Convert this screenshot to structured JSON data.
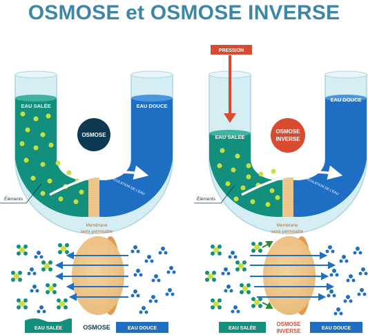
{
  "title": "OSMOSE et OSMOSE INVERSE",
  "colors": {
    "title": "#3d86a6",
    "salt_water": "#13907d",
    "fresh_water": "#1e6fc4",
    "tube": "#bfe6ef",
    "disc_osmose": "#0d3a52",
    "disc_inverse": "#d94b30",
    "pressure": "#d94b30",
    "membrane": "#f0c98e",
    "particle": "#c9e03a"
  },
  "left": {
    "salt_label": "EAU SALÉE",
    "fresh_label": "EAU DOUCE",
    "center_label": "OSMOSE",
    "flow_label": "CIRCULATION DE L'EAU",
    "elements_label": "Éléments"
  },
  "right": {
    "pressure_label": "PRESSION",
    "salt_label": "EAU SALÉE",
    "fresh_label": "EAU DOUCE",
    "center_line1": "OSMOSE",
    "center_line2": "INVERSE",
    "flow_label": "CIRCULATION DE L'EAU",
    "elements_label": "Éléments"
  },
  "bottom_left": {
    "membrane_line1": "Membrane",
    "membrane_line2": "semi-perméable",
    "salt_label": "EAU SALÉE",
    "center_label": "OSMOSE",
    "fresh_label": "EAU DOUCE"
  },
  "bottom_right": {
    "membrane_line1": "Membrane",
    "membrane_line2": "semi-perméable",
    "salt_label": "EAU SALÉE",
    "center_line1": "OSMOSE",
    "center_line2": "INVERSE",
    "fresh_label": "EAU DOUCE"
  }
}
